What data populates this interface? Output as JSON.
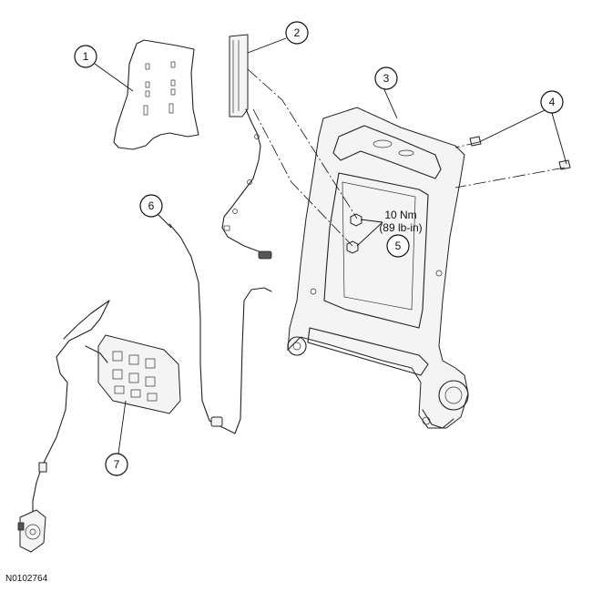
{
  "callouts": [
    {
      "id": "1",
      "label": "1"
    },
    {
      "id": "2",
      "label": "2"
    },
    {
      "id": "3",
      "label": "3"
    },
    {
      "id": "4",
      "label": "4"
    },
    {
      "id": "5",
      "label": "5"
    },
    {
      "id": "6",
      "label": "6"
    },
    {
      "id": "7",
      "label": "7"
    }
  ],
  "torque_spec": {
    "line1": "10 Nm",
    "line2": "(89 lb-in)"
  },
  "figure_id": "N0102764"
}
